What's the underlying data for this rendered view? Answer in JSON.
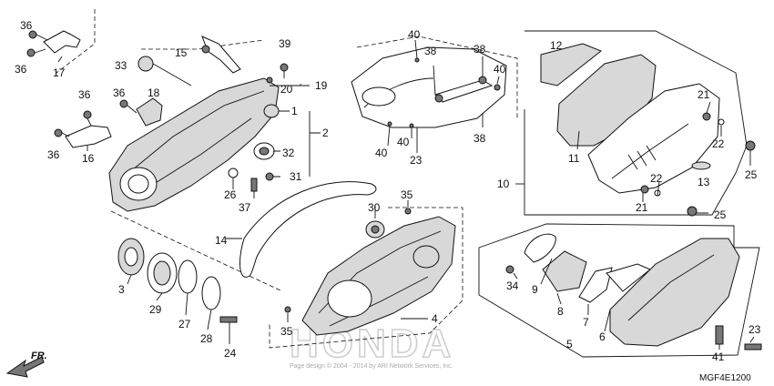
{
  "diagram": {
    "code": "MGF4E1200",
    "direction_label": "FR.",
    "watermark": "HONDA",
    "copyright": "Page design © 2004 - 2014 by ARI Network Services, Inc.",
    "callouts": [
      {
        "id": "c1",
        "label": "1"
      },
      {
        "id": "c2",
        "label": "2"
      },
      {
        "id": "c3",
        "label": "3"
      },
      {
        "id": "c4",
        "label": "4"
      },
      {
        "id": "c5",
        "label": "5"
      },
      {
        "id": "c6",
        "label": "6"
      },
      {
        "id": "c7",
        "label": "7"
      },
      {
        "id": "c8",
        "label": "8"
      },
      {
        "id": "c9",
        "label": "9"
      },
      {
        "id": "c10",
        "label": "10"
      },
      {
        "id": "c11",
        "label": "11"
      },
      {
        "id": "c12",
        "label": "12"
      },
      {
        "id": "c13",
        "label": "13"
      },
      {
        "id": "c14",
        "label": "14"
      },
      {
        "id": "c15",
        "label": "15"
      },
      {
        "id": "c16",
        "label": "16"
      },
      {
        "id": "c17",
        "label": "17"
      },
      {
        "id": "c18",
        "label": "18"
      },
      {
        "id": "c19",
        "label": "19"
      },
      {
        "id": "c20",
        "label": "20"
      },
      {
        "id": "c21a",
        "label": "21"
      },
      {
        "id": "c21b",
        "label": "21"
      },
      {
        "id": "c22a",
        "label": "22"
      },
      {
        "id": "c22b",
        "label": "22"
      },
      {
        "id": "c23a",
        "label": "23"
      },
      {
        "id": "c23b",
        "label": "23"
      },
      {
        "id": "c24",
        "label": "24"
      },
      {
        "id": "c25a",
        "label": "25"
      },
      {
        "id": "c25b",
        "label": "25"
      },
      {
        "id": "c26",
        "label": "26"
      },
      {
        "id": "c27",
        "label": "27"
      },
      {
        "id": "c28",
        "label": "28"
      },
      {
        "id": "c29",
        "label": "29"
      },
      {
        "id": "c30",
        "label": "30"
      },
      {
        "id": "c31",
        "label": "31"
      },
      {
        "id": "c32",
        "label": "32"
      },
      {
        "id": "c33",
        "label": "33"
      },
      {
        "id": "c34",
        "label": "34"
      },
      {
        "id": "c35a",
        "label": "35"
      },
      {
        "id": "c35b",
        "label": "35"
      },
      {
        "id": "c36a",
        "label": "36"
      },
      {
        "id": "c36b",
        "label": "36"
      },
      {
        "id": "c36c",
        "label": "36"
      },
      {
        "id": "c36d",
        "label": "36"
      },
      {
        "id": "c36e",
        "label": "36"
      },
      {
        "id": "c37",
        "label": "37"
      },
      {
        "id": "c38a",
        "label": "38"
      },
      {
        "id": "c38b",
        "label": "38"
      },
      {
        "id": "c38c",
        "label": "38"
      },
      {
        "id": "c39",
        "label": "39"
      },
      {
        "id": "c40a",
        "label": "40"
      },
      {
        "id": "c40b",
        "label": "40"
      },
      {
        "id": "c40c",
        "label": "40"
      },
      {
        "id": "c40d",
        "label": "40"
      },
      {
        "id": "c41",
        "label": "41"
      }
    ]
  }
}
